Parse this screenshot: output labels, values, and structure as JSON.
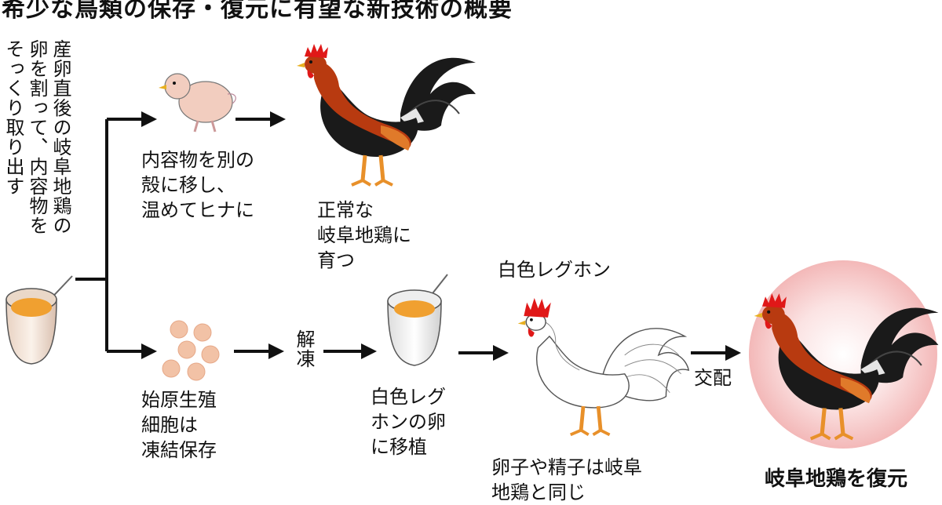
{
  "title": "希少な鳥類の保存・復元に有望な新技術の概要",
  "intro": {
    "col1": "産卵直後の岐阜地鶏の",
    "col2": "卵を割って、内容物を",
    "col3": "そっくり取り出す"
  },
  "upper_path": {
    "step1": "内容物を別の\n殻に移し、\n温めてヒナに",
    "step2": "正常な\n岐阜地鶏に\n育つ"
  },
  "lower_path": {
    "step1": "始原生殖\n細胞は\n凍結保存",
    "thaw": "解凍",
    "step2": "白色レグ\nホンの卵\nに移植",
    "leghorn_label": "白色レグホン",
    "leghorn_note": "卵子や精子は岐阜\n地鶏と同じ",
    "mating": "交配",
    "result": "岐阜地鶏を復元"
  },
  "colors": {
    "arrow": "#111111",
    "yolk": "#f0a030",
    "germ_cell": "#f2c2a6",
    "comb": "#e01818",
    "hackle": "#b83a10",
    "body": "#1a1a1a",
    "glow": "#f7c6c6"
  }
}
